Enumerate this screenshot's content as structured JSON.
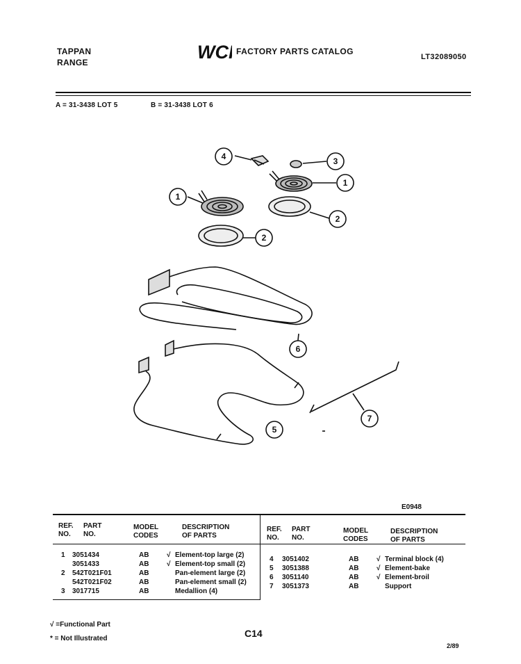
{
  "header": {
    "brand_line1": "TAPPAN",
    "brand_line2": "RANGE",
    "logo_text": "WCI",
    "catalog_title": "FACTORY PARTS CATALOG",
    "catalog_code": "LT32089050"
  },
  "lots": {
    "a": "A = 31-3438 LOT 5",
    "b": "B = 31-3438 LOT 6"
  },
  "diagram": {
    "callouts": [
      "4",
      "3",
      "1",
      "1",
      "2",
      "2",
      "6",
      "5",
      "7"
    ],
    "code": "E0948"
  },
  "table": {
    "headers": {
      "ref_no": "REF. NO.",
      "part_no": "PART NO.",
      "model_codes": "MODEL CODES",
      "description": "DESCRIPTION OF PARTS"
    },
    "left_rows": [
      {
        "ref": "1",
        "part": "3051434",
        "model": "AB",
        "check": "√",
        "desc": "Element-top large (2)"
      },
      {
        "ref": "",
        "part": "3051433",
        "model": "AB",
        "check": "√",
        "desc": "Element-top small (2)"
      },
      {
        "ref": "2",
        "part": "542T021F01",
        "model": "AB",
        "check": "",
        "desc": "Pan-element large (2)"
      },
      {
        "ref": "",
        "part": "542T021F02",
        "model": "AB",
        "check": "",
        "desc": "Pan-element small (2)"
      },
      {
        "ref": "3",
        "part": "3017715",
        "model": "AB",
        "check": "",
        "desc": "Medallion (4)"
      }
    ],
    "right_rows": [
      {
        "ref": "4",
        "part": "3051402",
        "model": "AB",
        "check": "√",
        "desc": "Terminal block (4)"
      },
      {
        "ref": "5",
        "part": "3051388",
        "model": "AB",
        "check": "√",
        "desc": "Element-bake"
      },
      {
        "ref": "6",
        "part": "3051140",
        "model": "AB",
        "check": "√",
        "desc": "Element-broil"
      },
      {
        "ref": "7",
        "part": "3051373",
        "model": "AB",
        "check": "",
        "desc": "Support"
      }
    ]
  },
  "footer": {
    "legend_functional": "√ =Functional Part",
    "legend_not_illustrated": "* = Not Illustrated",
    "page_number": "C14",
    "date": "2/89"
  }
}
